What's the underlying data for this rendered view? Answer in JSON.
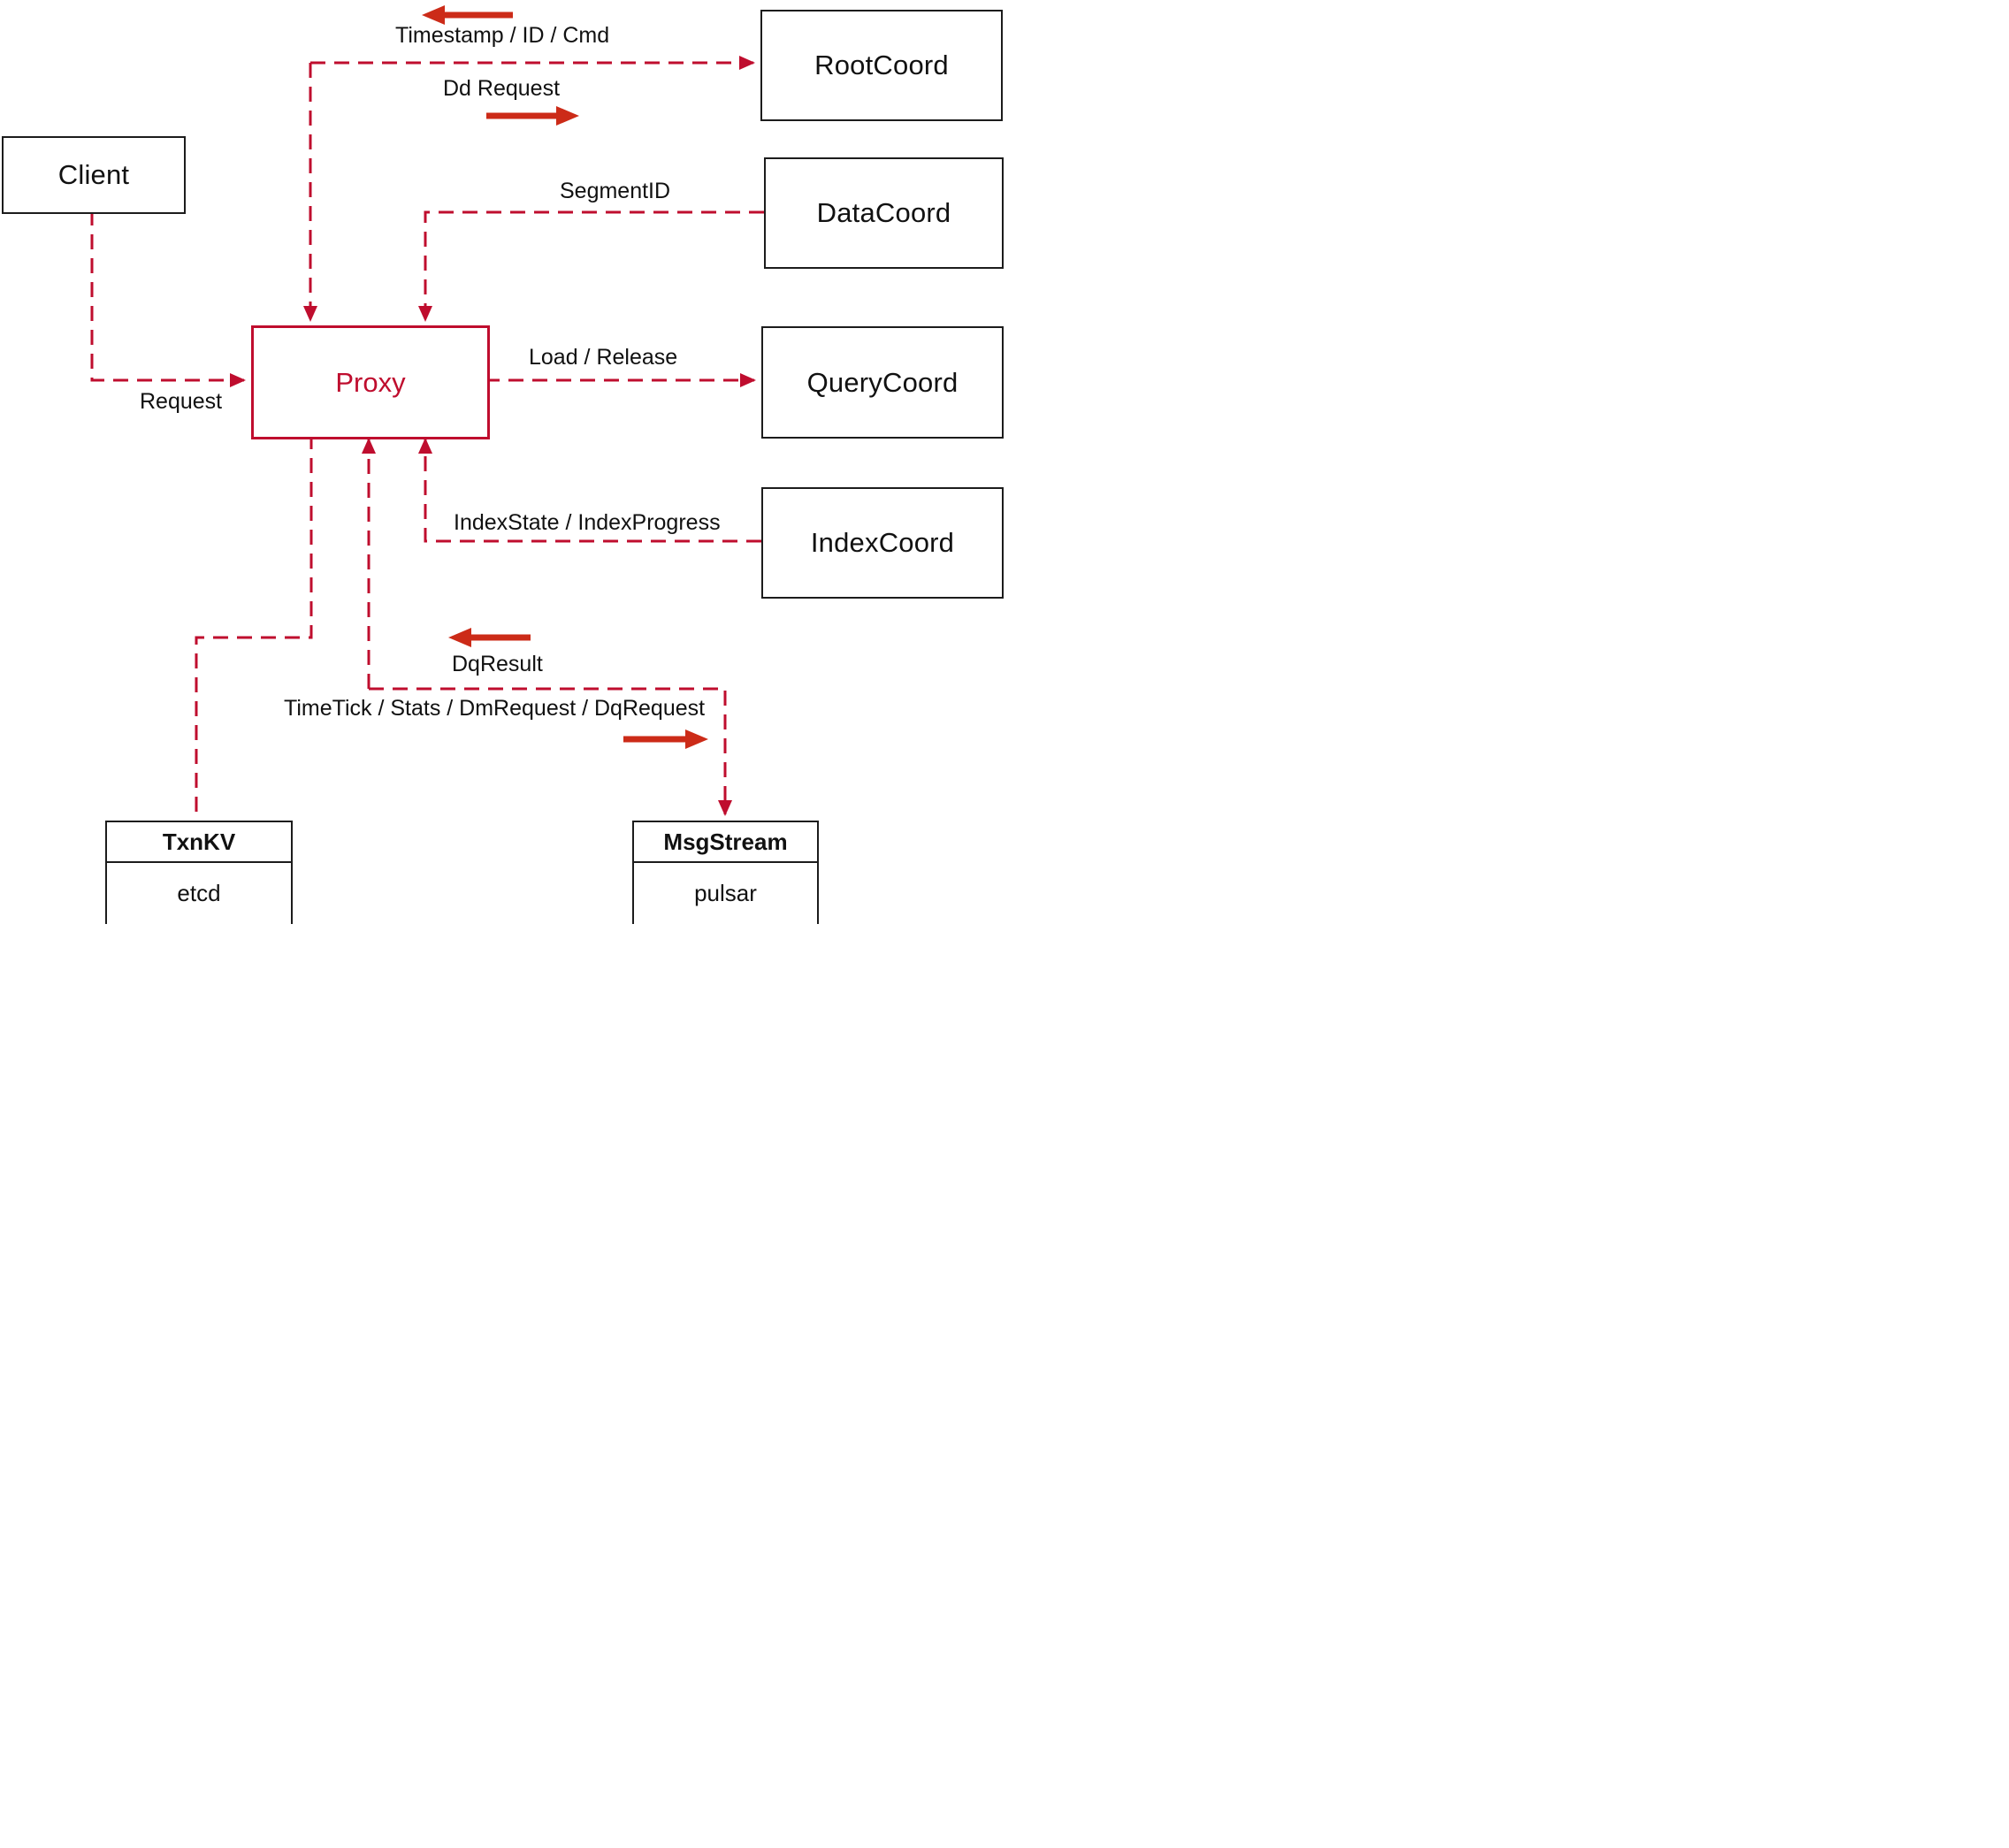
{
  "colors": {
    "path_red": "#bf0d2e",
    "arrow_red": "#cc2b18",
    "box_border": "#1c1c1c",
    "text": "#111111",
    "background": "#ffffff"
  },
  "nodes": {
    "client": {
      "label": "Client"
    },
    "proxy": {
      "label": "Proxy"
    },
    "root_coord": {
      "label": "RootCoord"
    },
    "data_coord": {
      "label": "DataCoord"
    },
    "query_coord": {
      "label": "QueryCoord"
    },
    "index_coord": {
      "label": "IndexCoord"
    },
    "txn_kv": {
      "title": "TxnKV",
      "impl": "etcd"
    },
    "msg_stream": {
      "title": "MsgStream",
      "impl": "pulsar"
    }
  },
  "edge_labels": {
    "timestamp": "Timestamp / ID / Cmd",
    "dd_request": "Dd Request",
    "segment_id": "SegmentID",
    "load_release": "Load / Release",
    "request": "Request",
    "index_state": "IndexState / IndexProgress",
    "dq_result": "DqResult",
    "timetick": "TimeTick / Stats / DmRequest / DqRequest"
  }
}
